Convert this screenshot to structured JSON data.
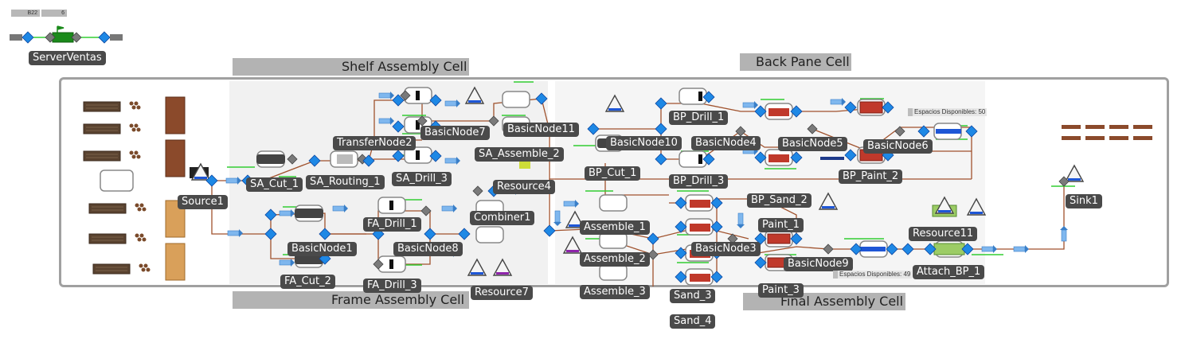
{
  "header": {
    "small_tag_1": "B22",
    "small_tag_2": "6",
    "server_label": "ServerVentas"
  },
  "cells": {
    "shelf": "Shelf Assembly Cell",
    "back": "Back Pane Cell",
    "frame": "Frame Assembly Cell",
    "final": "Final Assembly Cell"
  },
  "badges": {
    "spaces_top": "Espacios Disponibles: 50",
    "spaces_bottom": "Espacios Disponibles: 49"
  },
  "nodes": {
    "source1": "Source1",
    "sa_cut_1": "SA_Cut_1",
    "sa_routing_1": "SA_Routing_1",
    "transfer_node2": "TransferNode2",
    "basic_node7": "BasicNode7",
    "basic_node11": "BasicNode11",
    "sa_assemble_2": "SA_Assemble_2",
    "sa_drill_3": "SA_Drill_3",
    "resource4": "Resource4",
    "combiner1": "Combiner1",
    "basic_node1": "BasicNode1",
    "fa_cut_2": "FA_Cut_2",
    "fa_drill_1": "FA_Drill_1",
    "basic_node8": "BasicNode8",
    "fa_drill_3": "FA_Drill_3",
    "resource7": "Resource7",
    "basic_node10": "BasicNode10",
    "bp_cut_1": "BP_Cut_1",
    "bp_drill_1": "BP_Drill_1",
    "basic_node4": "BasicNode4",
    "bp_drill_3": "BP_Drill_3",
    "basic_node5": "BasicNode5",
    "basic_node6": "BasicNode6",
    "bp_paint_2": "BP_Paint_2",
    "bp_sand_2": "BP_Sand_2",
    "paint_1": "Paint_1",
    "assemble_1": "Assemble_1",
    "assemble_2": "Assemble_2",
    "assemble_3": "Assemble_3",
    "basic_node3": "BasicNode3",
    "basic_node9": "BasicNode9",
    "paint_3": "Paint_3",
    "sand_3": "Sand_3",
    "sand_4": "Sand_4",
    "resource11": "Resource11",
    "attach_bp_1": "Attach_BP_1",
    "sink1": "Sink1"
  },
  "colors": {
    "connector": "#a0522d",
    "node_diamond": "#1e88e5",
    "node_gray": "#777777",
    "flow_green": "#32cd32",
    "arrow_blue": "#5aa0e6",
    "wood_dark": "#5a4330",
    "wood_light": "#d9a05a"
  }
}
